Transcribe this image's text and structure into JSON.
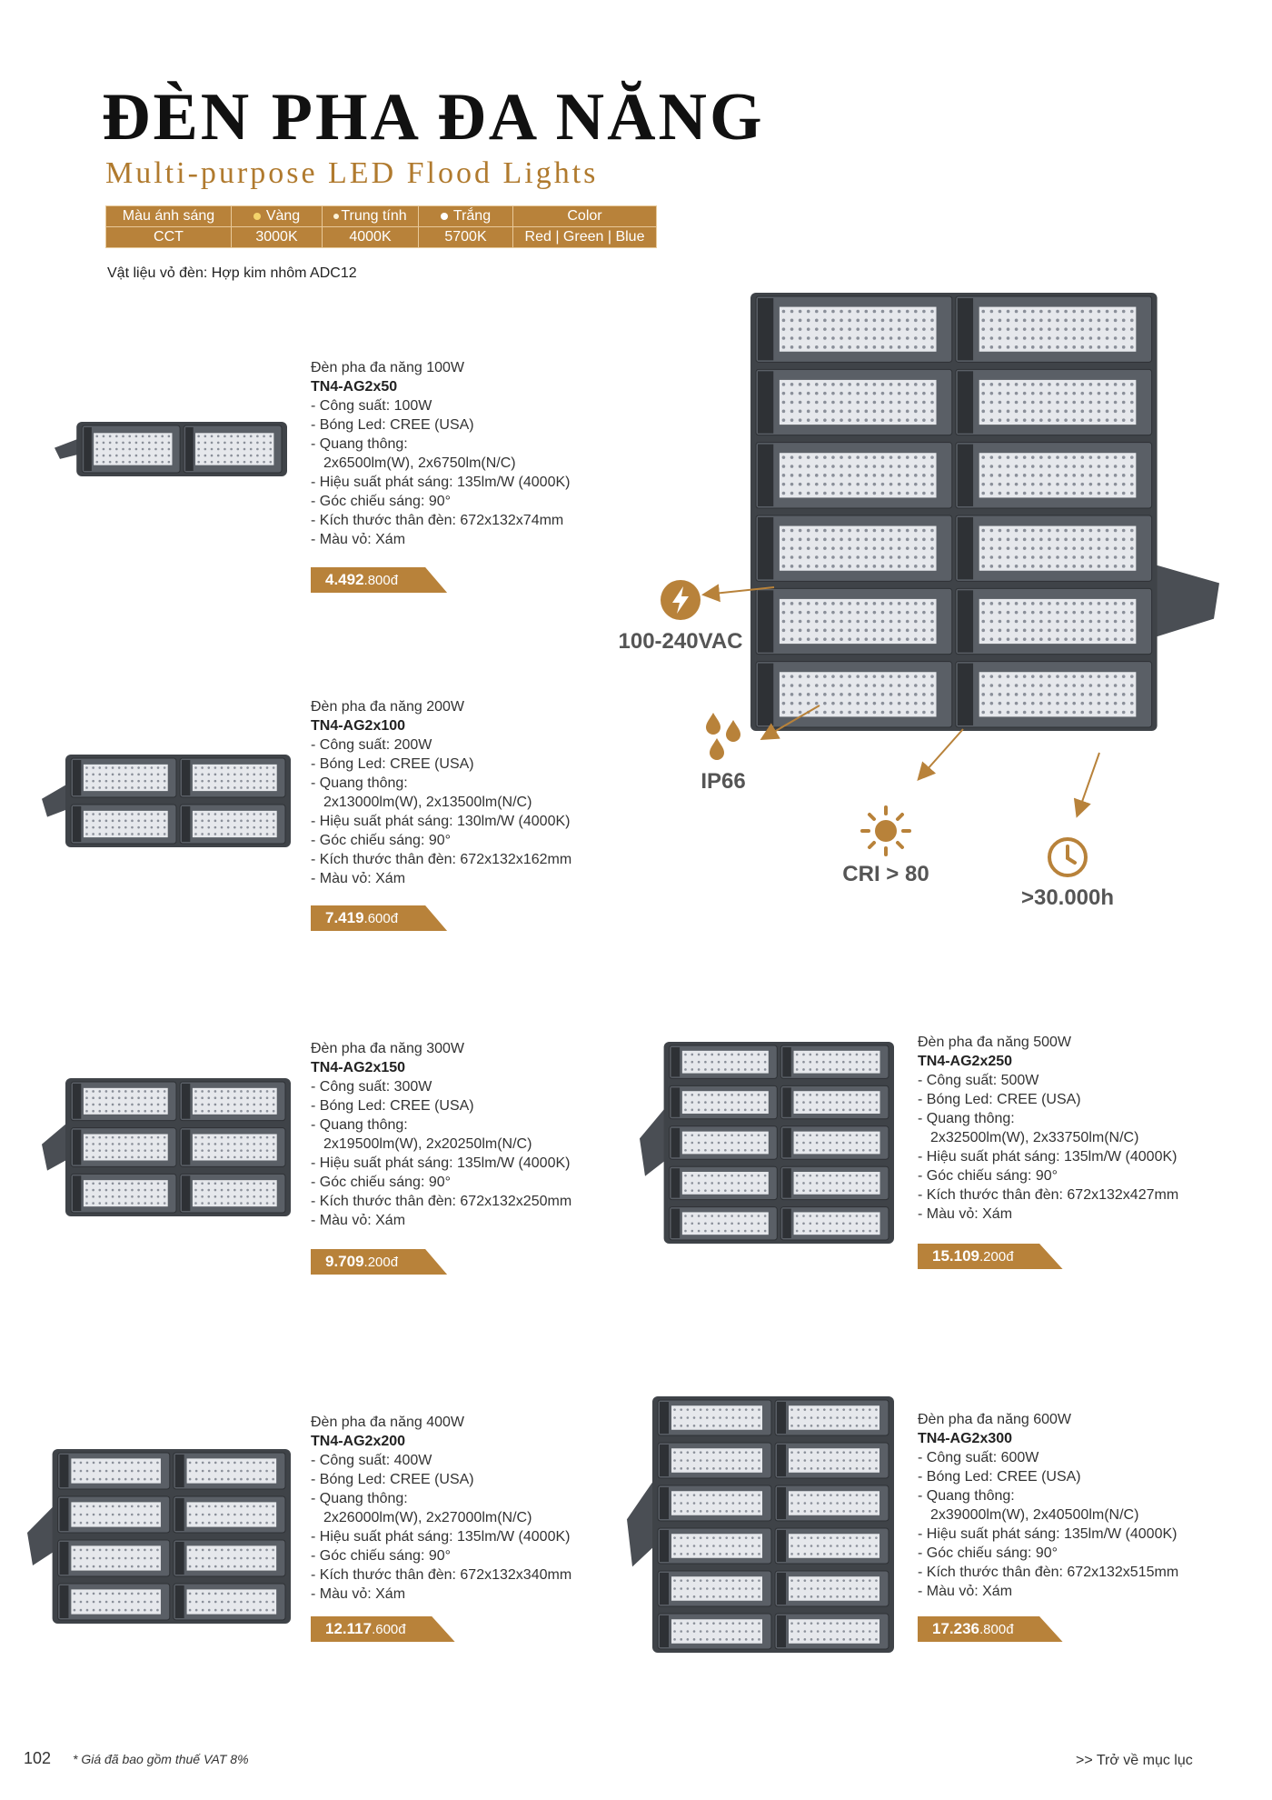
{
  "header": {
    "title": "ĐÈN PHA ĐA NĂNG",
    "subtitle": "Multi-purpose LED Flood Lights"
  },
  "cct_table": {
    "row1": [
      "Màu ánh sáng",
      "Vàng",
      "Trung tính",
      "Trắng",
      "Color"
    ],
    "row2": [
      "CCT",
      "3000K",
      "4000K",
      "5700K",
      "Red | Green | Blue"
    ],
    "dot_colors": [
      "#f3d36b",
      "#fdf3d8",
      "#ffffff"
    ]
  },
  "material": "Vật liệu vỏ đèn: Hợp kim nhôm ADC12",
  "products": [
    {
      "name": "Đèn pha đa năng 100W",
      "code": "TN4-AG2x50",
      "specs": [
        "- Công suất: 100W",
        "- Bóng Led: CREE (USA)",
        "- Quang thông:",
        "2x6500lm(W), 2x6750lm(N/C)",
        "- Hiệu suất phát sáng: 135lm/W (4000K)",
        "- Góc chiếu sáng: 90°",
        "- Kích thước thân đèn: 672x132x74mm",
        "- Màu vỏ: Xám"
      ],
      "price_main": "4.492",
      "price_dec": ".800đ"
    },
    {
      "name": "Đèn pha đa năng 200W",
      "code": "TN4-AG2x100",
      "specs": [
        "- Công suất: 200W",
        "- Bóng Led: CREE (USA)",
        "- Quang thông:",
        "2x13000lm(W), 2x13500lm(N/C)",
        "- Hiệu suất phát sáng: 130lm/W (4000K)",
        "- Góc chiếu sáng: 90°",
        "- Kích thước thân đèn: 672x132x162mm",
        "- Màu vỏ: Xám"
      ],
      "price_main": "7.419",
      "price_dec": ".600đ"
    },
    {
      "name": "Đèn pha đa năng 300W",
      "code": "TN4-AG2x150",
      "specs": [
        "- Công suất: 300W",
        "- Bóng Led: CREE (USA)",
        "- Quang thông:",
        "2x19500lm(W), 2x20250lm(N/C)",
        "- Hiệu suất phát sáng: 135lm/W (4000K)",
        "- Góc chiếu sáng: 90°",
        "- Kích thước thân đèn: 672x132x250mm",
        "- Màu vỏ: Xám"
      ],
      "price_main": "9.709",
      "price_dec": ".200đ"
    },
    {
      "name": "Đèn pha đa năng 500W",
      "code": "TN4-AG2x250",
      "specs": [
        "- Công suất: 500W",
        "- Bóng Led: CREE (USA)",
        "- Quang thông:",
        "2x32500lm(W), 2x33750lm(N/C)",
        "- Hiệu suất phát sáng: 135lm/W (4000K)",
        "- Góc chiếu sáng: 90°",
        "- Kích thước thân đèn: 672x132x427mm",
        "- Màu vỏ: Xám"
      ],
      "price_main": "15.109",
      "price_dec": ".200đ"
    },
    {
      "name": "Đèn pha đa năng 400W",
      "code": "TN4-AG2x200",
      "specs": [
        "- Công suất: 400W",
        "- Bóng Led: CREE (USA)",
        "- Quang thông:",
        "2x26000lm(W), 2x27000lm(N/C)",
        "- Hiệu suất phát sáng: 135lm/W (4000K)",
        "- Góc chiếu sáng: 90°",
        "- Kích thước thân đèn: 672x132x340mm",
        "- Màu vỏ: Xám"
      ],
      "price_main": "12.117",
      "price_dec": ".600đ"
    },
    {
      "name": "Đèn pha đa năng 600W",
      "code": "TN4-AG2x300",
      "specs": [
        "- Công suất: 600W",
        "- Bóng Led: CREE (USA)",
        "- Quang thông:",
        "2x39000lm(W), 2x40500lm(N/C)",
        "- Hiệu suất phát sáng: 135lm/W (4000K)",
        "- Góc chiếu sáng: 90°",
        "- Kích thước thân đèn: 672x132x515mm",
        "- Màu vỏ: Xám"
      ],
      "price_main": "17.236",
      "price_dec": ".800đ"
    }
  ],
  "features": {
    "voltage": {
      "label": "100-240VAC",
      "icon": "lightning-icon"
    },
    "ip": {
      "label": "IP66",
      "icon": "water-drops-icon"
    },
    "cri": {
      "label": "CRI > 80",
      "icon": "sun-icon"
    },
    "life": {
      "label": ">30.000h",
      "icon": "clock-icon"
    }
  },
  "colors": {
    "accent": "#b8823a",
    "accent_text": "#b07a2e",
    "housing": "#5a5f66"
  },
  "footer": {
    "page_number": "102",
    "note": "* Giá đã bao gồm thuế VAT 8%",
    "back_link": ">> Trở về mục lục"
  }
}
